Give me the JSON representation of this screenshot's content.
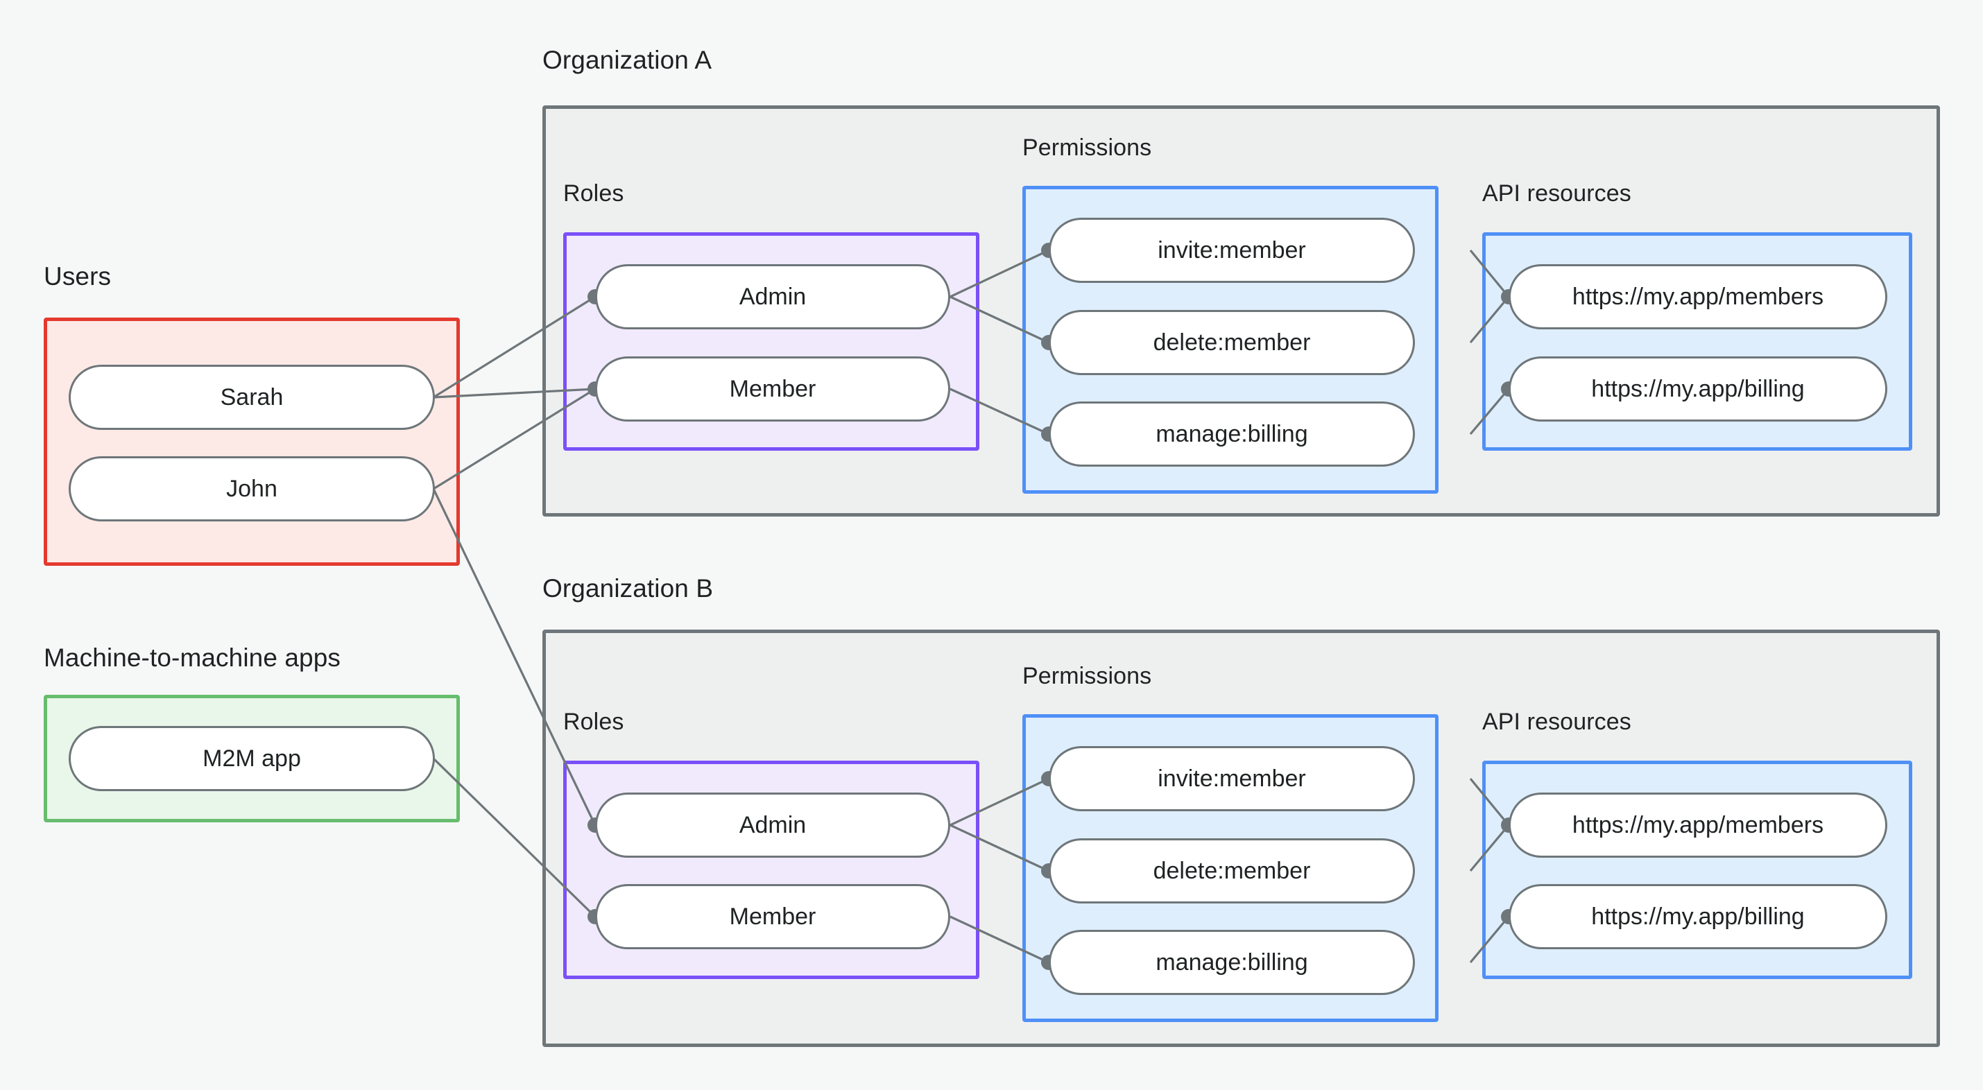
{
  "diagram": {
    "title_users": "Users",
    "title_m2m": "Machine-to-machine apps",
    "title_org_a": "Organization A",
    "title_org_b": "Organization B",
    "label_roles": "Roles",
    "label_permissions": "Permissions",
    "label_api_resources": "API resources"
  },
  "users": {
    "items": [
      {
        "label": "Sarah"
      },
      {
        "label": "John"
      }
    ]
  },
  "m2m": {
    "items": [
      {
        "label": "M2M app"
      }
    ]
  },
  "org_a": {
    "name": "Organization A",
    "roles_label": "Roles",
    "roles": [
      {
        "label": "Admin"
      },
      {
        "label": "Member"
      }
    ],
    "permissions_label": "Permissions",
    "permissions": [
      {
        "label": "invite:member"
      },
      {
        "label": "delete:member"
      },
      {
        "label": "manage:billing"
      }
    ],
    "api_label": "API resources",
    "api_resources": [
      {
        "label": "https://my.app/members"
      },
      {
        "label": "https://my.app/billing"
      }
    ]
  },
  "org_b": {
    "name": "Organization B",
    "roles_label": "Roles",
    "roles": [
      {
        "label": "Admin"
      },
      {
        "label": "Member"
      }
    ],
    "permissions_label": "Permissions",
    "permissions": [
      {
        "label": "invite:member"
      },
      {
        "label": "delete:member"
      },
      {
        "label": "manage:billing"
      }
    ],
    "api_label": "API resources",
    "api_resources": [
      {
        "label": "https://my.app/members"
      },
      {
        "label": "https://my.app/billing"
      }
    ]
  },
  "colors": {
    "background": "#f6f8f8",
    "users_border": "#e33a2e",
    "users_fill": "#fdeae7",
    "m2m_border": "#67bd6e",
    "m2m_fill": "#e9f6ea",
    "org_border": "#6e7679",
    "org_fill": "#eef0ef",
    "roles_border": "#7a50f8",
    "roles_fill": "#f1eafd",
    "permissions_border": "#4f90f7",
    "permissions_fill": "#deeefd",
    "api_border": "#4f90f7",
    "api_fill": "#deeefd",
    "node_border": "#6e7679",
    "node_fill": "#ffffff",
    "edge": "#6e7679",
    "text": "#1f2223"
  }
}
